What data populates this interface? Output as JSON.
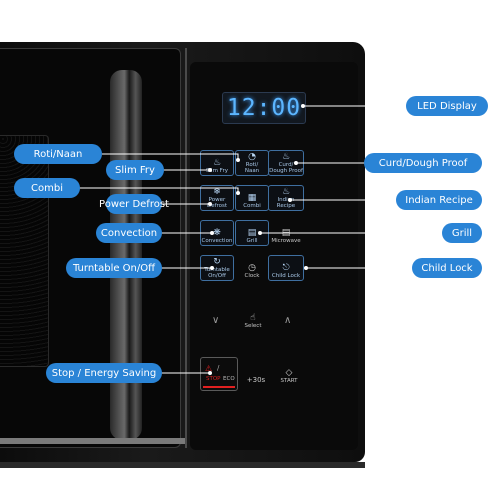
{
  "display": {
    "time": "12:00"
  },
  "callouts": {
    "led_display": "LED Display",
    "roti_naan": "Roti/Naan",
    "slim_fry": "Slim Fry",
    "curd_dough_proof": "Curd/Dough Proof",
    "combi": "Combi",
    "power_defrost": "Power Defrost",
    "indian_recipe": "Indian Recipe",
    "convection": "Convection",
    "grill": "Grill",
    "turntable": "Turntable On/Off",
    "child_lock": "Child Lock",
    "stop_energy": "Stop / Energy Saving"
  },
  "keys": {
    "slim_fry": "Slim Fry",
    "roti_naan": "Roti/\nNaan",
    "curd_dough": "Curd/\nDough Proof",
    "power_defrost": "Power\nDefrost",
    "combi": "Combi",
    "indian_recipe": "Indian\nRecipe",
    "convection": "Convection",
    "grill": "Grill",
    "microwave": "Microwave",
    "turntable": "Turntable\nOn/Off",
    "clock": "Clock",
    "child_lock": "Child Lock",
    "select": "Select",
    "stop": "STOP",
    "eco": "ECO",
    "plus30": "+30s",
    "start": "START"
  },
  "colors": {
    "callout": "#2a84d6",
    "display_text": "#5cb6ff",
    "stop_accent": "#e02020"
  },
  "icons": [
    "slim-fry-icon",
    "roti-naan-icon",
    "curd-dough-icon",
    "power-defrost-icon",
    "combi-icon",
    "indian-recipe-icon",
    "convection-icon",
    "grill-icon",
    "microwave-icon",
    "turntable-icon",
    "clock-icon",
    "child-lock-icon",
    "select-hand-icon",
    "down-chevron-icon",
    "up-chevron-icon",
    "stop-icon",
    "start-icon"
  ]
}
